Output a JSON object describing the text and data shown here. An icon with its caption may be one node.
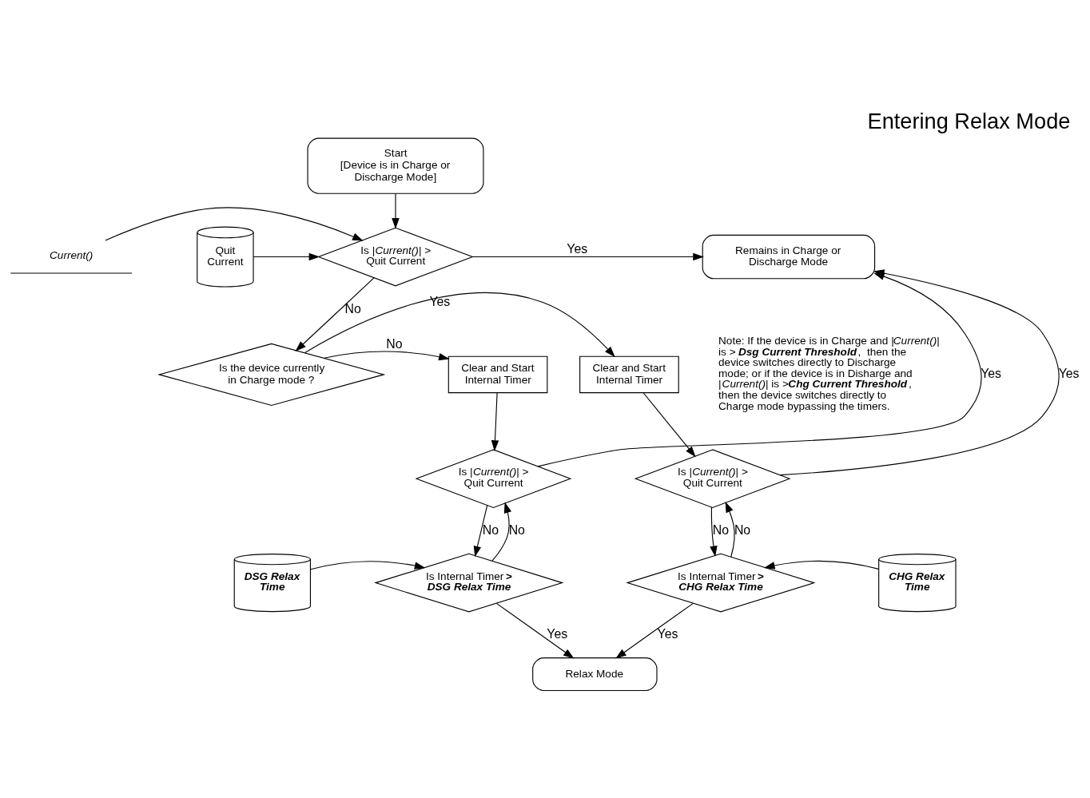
{
  "diagram": {
    "title": "Entering Relax Mode",
    "nodes": [
      {
        "text": [
          "Start",
          "[Device is in Charge or Discharge Mode]"
        ]
      },
      {
        "text": [
          "Current()"
        ]
      },
      {
        "text": [
          "Quit Current"
        ]
      },
      {
        "text": [
          "Is |*Current()*| > Quit Current"
        ]
      },
      {
        "text": [
          "Remains in Charge or Discharge Mode"
        ]
      },
      {
        "text": [
          "Is the device currently in Charge mode ?"
        ]
      },
      {
        "text": [
          "Clear and Start Internal Timer"
        ]
      },
      {
        "text": [
          "Clear and Start Internal Timer"
        ]
      },
      {
        "text": [
          "Is |*Current()*| > Quit Current"
        ]
      },
      {
        "text": [
          "Is |*Current()*| > Quit Current"
        ]
      },
      {
        "text": [
          "DSG Relax Time"
        ]
      },
      {
        "text": [
          "CHG Relax Time"
        ]
      },
      {
        "text": [
          "Is Internal Timer **> DSG Relax Time**"
        ]
      },
      {
        "text": [
          "Is Internal Timer **> CHG Relax Time**"
        ]
      },
      {
        "text": [
          "Relax Mode"
        ]
      }
    ],
    "edges": [
      {
        "from": 0,
        "to": 3,
        "arrow": "to"
      },
      {
        "from": 1,
        "to": 3,
        "arrow": "to"
      },
      {
        "from": 2,
        "to": 3,
        "arrow": "to"
      },
      {
        "from": 3,
        "to": 4,
        "arrow": "to",
        "label": "Yes"
      },
      {
        "from": 3,
        "to": 5,
        "arrow": "to",
        "label": "No"
      },
      {
        "from": 5,
        "to": 6,
        "arrow": "to",
        "label": "No"
      },
      {
        "from": 5,
        "to": 7,
        "arrow": "to",
        "label": "Yes"
      },
      {
        "from": 6,
        "to": 8,
        "arrow": "to"
      },
      {
        "from": 7,
        "to": 9,
        "arrow": "to"
      },
      {
        "from": 8,
        "to": 4,
        "arrow": "to",
        "label": "Yes"
      },
      {
        "from": 9,
        "to": 4,
        "arrow": "to",
        "label": "Yes"
      },
      {
        "from": 8,
        "to": 12,
        "arrow": "to",
        "label": "No"
      },
      {
        "from": 9,
        "to": 13,
        "arrow": "to",
        "label": "No"
      },
      {
        "from": 10,
        "to": 12,
        "arrow": "to"
      },
      {
        "from": 11,
        "to": 13,
        "arrow": "to"
      },
      {
        "from": 12,
        "to": 8,
        "arrow": "to",
        "label": "No"
      },
      {
        "from": 13,
        "to": 9,
        "arrow": "to",
        "label": "No"
      },
      {
        "from": 12,
        "to": 14,
        "arrow": "to",
        "label": "Yes"
      },
      {
        "from": 13,
        "to": 14,
        "arrow": "to",
        "label": "Yes"
      }
    ],
    "labels": [
      "Note: If the device is in Charge and |*Current()*| is > **Dsg Current Threshold**,  then the device switches directly to Discharge mode; or if the device is in Disharge and |*Current()*| is >**Chg Current Threshold**, then the device switches directly to Charge mode bypassing the timers."
    ]
  }
}
